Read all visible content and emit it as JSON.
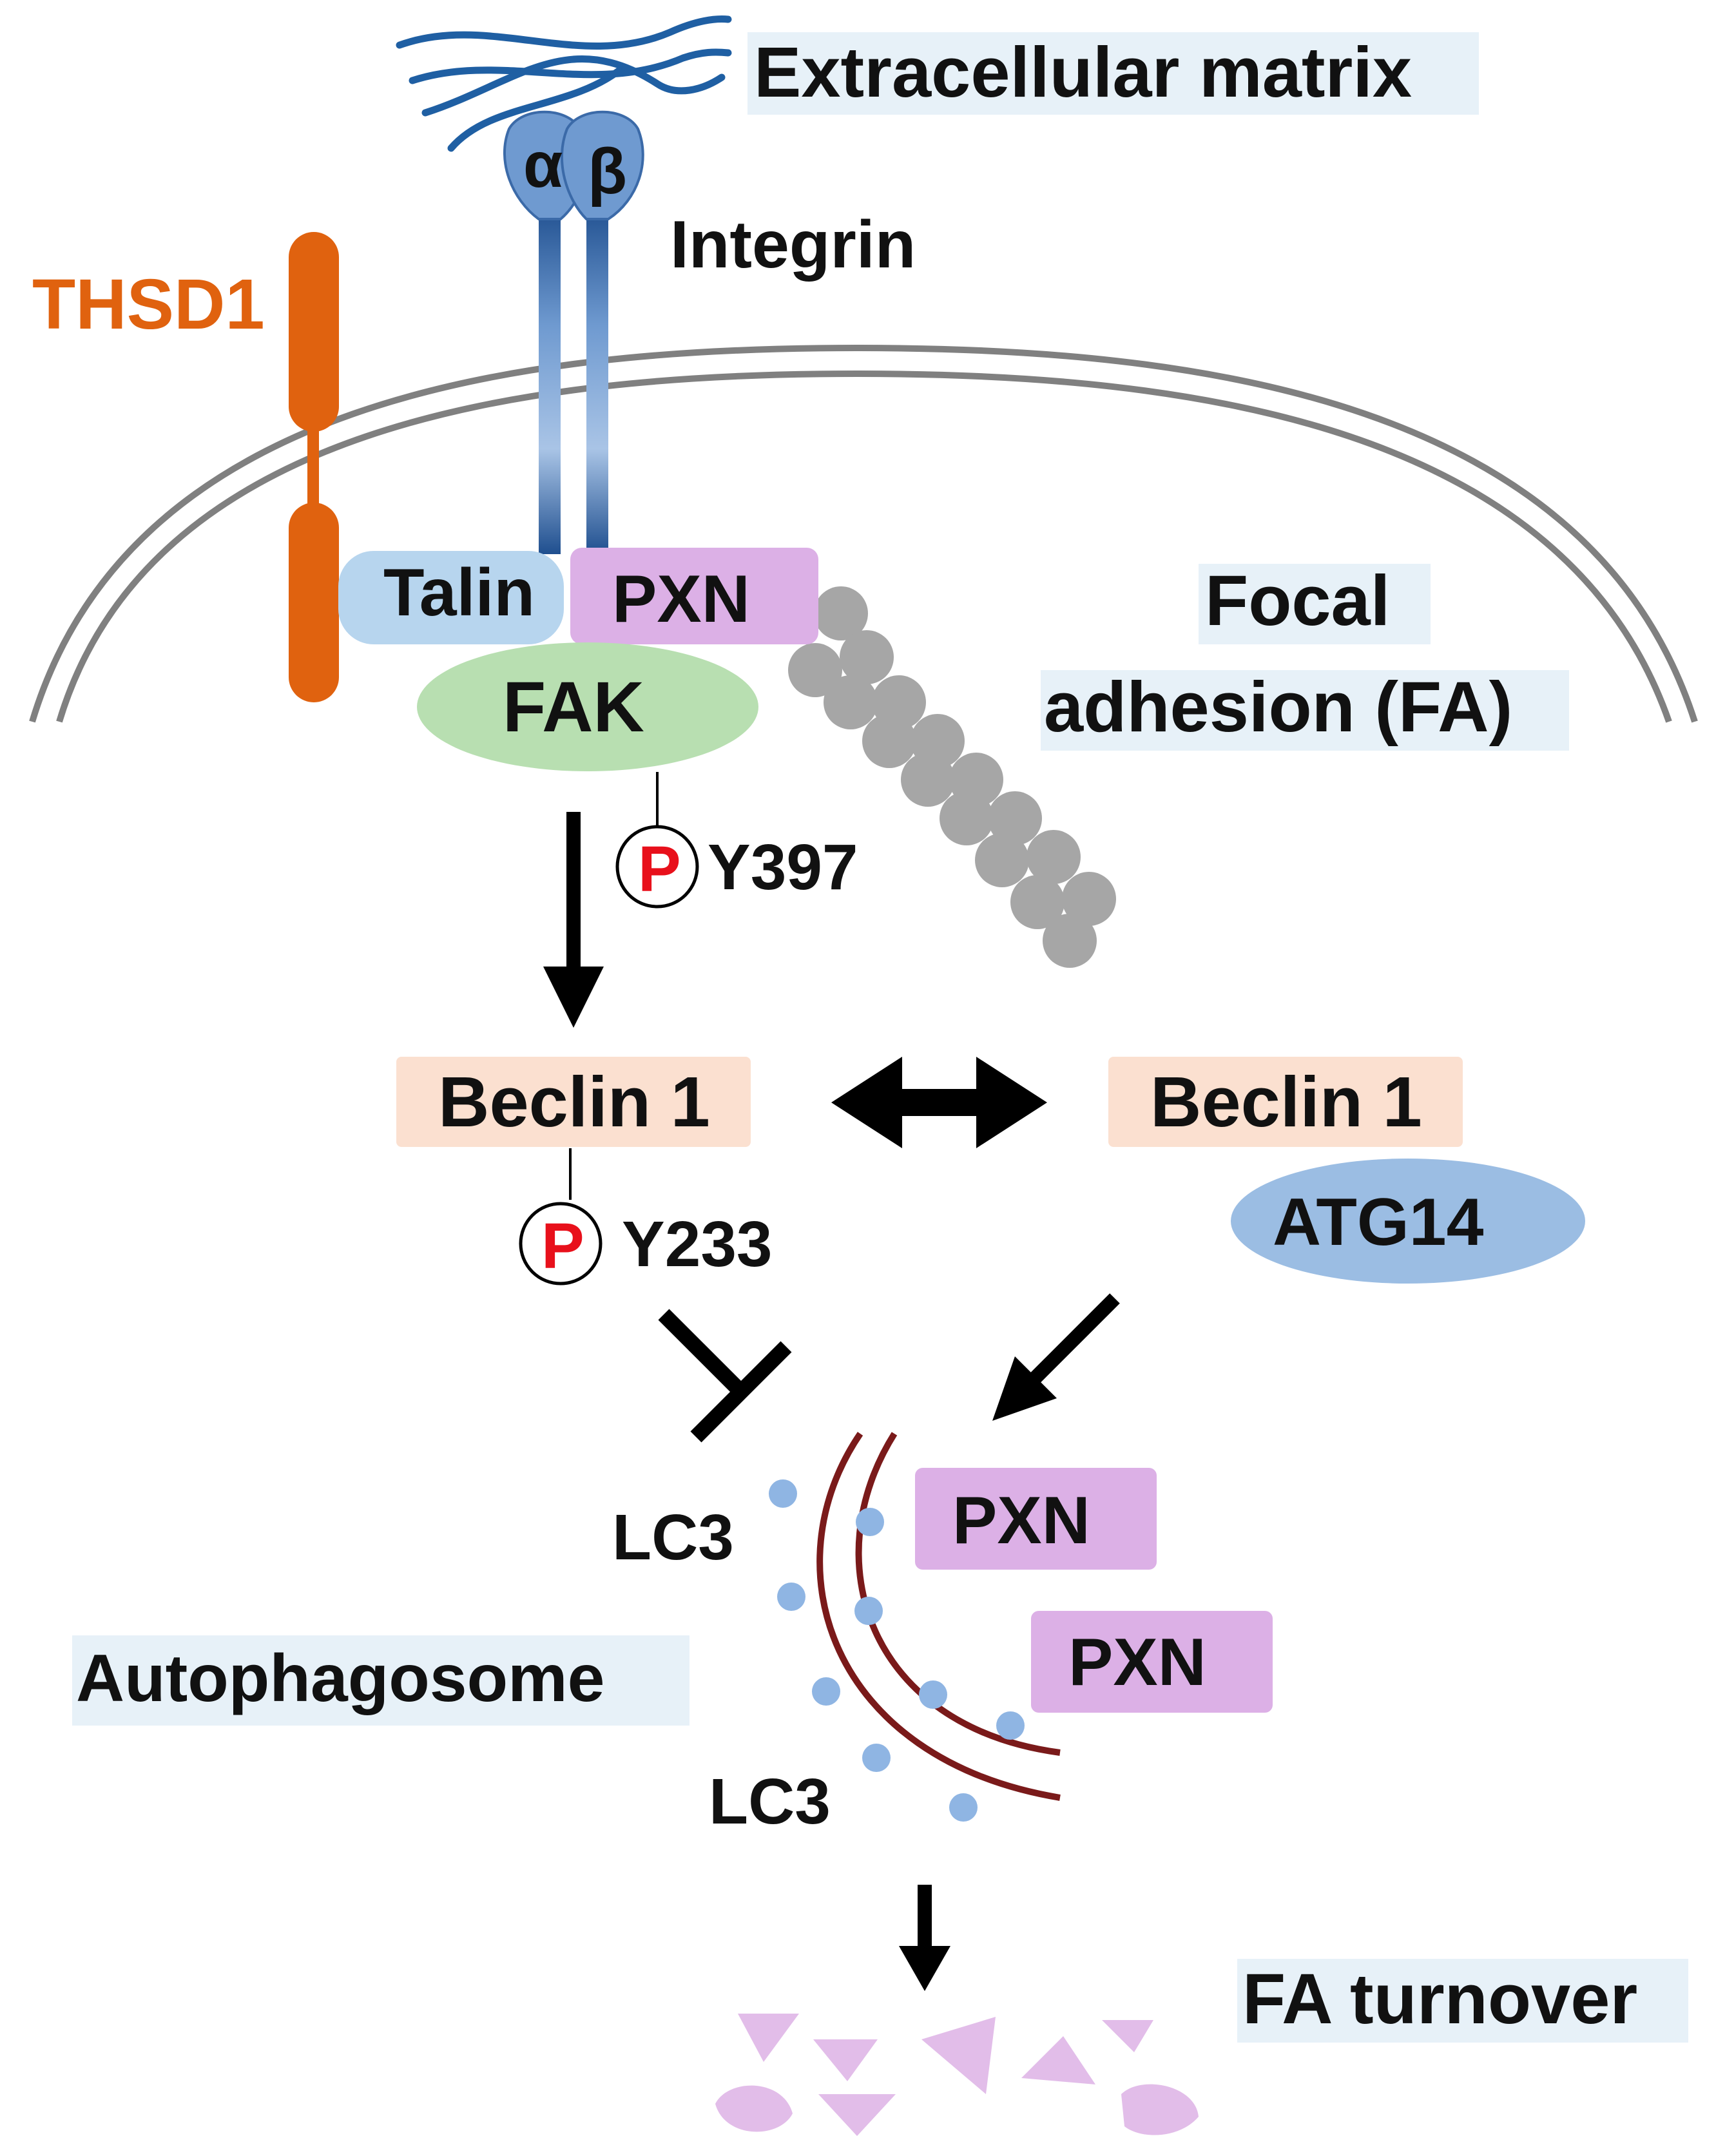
{
  "labels": {
    "ecm": "Extracellular matrix",
    "alpha": "α",
    "beta": "β",
    "integrin": "Integrin",
    "thsd1": "THSD1",
    "talin": "Talin",
    "pxn": "PXN",
    "fak": "FAK",
    "focal_line1": "Focal",
    "focal_line2": "adhesion (FA)",
    "phospho": "P",
    "y397": "Y397",
    "beclin_left": "Beclin 1",
    "beclin_right": "Beclin 1",
    "atg14": "ATG14",
    "y233": "Y233",
    "lc3_top": "LC3",
    "lc3_bottom": "LC3",
    "autophagosome": "Autophagosome",
    "pxn_cargo_1": "PXN",
    "pxn_cargo_2": "PXN",
    "fa_turnover": "FA turnover"
  },
  "colors": {
    "ecm_fiber": "#1f5fa3",
    "integrin_dark": "#1f4f8f",
    "integrin_light": "#a9c4e6",
    "integrin_head": "#6f9ad0",
    "thsd1": "#e0620f",
    "talin": "#b7d5ee",
    "pxn": "#dcb0e6",
    "fak": "#b8dfb1",
    "paxillin_chain": "#a6a6a6",
    "membrane": "#808080",
    "beclin_box": "#fbe0d0",
    "atg14": "#9bbde3",
    "label_bg": "#e7f1f8",
    "phospho_red": "#e8101b",
    "autophagosome_membrane": "#7a1a1a",
    "lc3_dot": "#8fb5e3",
    "fragments": "#e2bde9",
    "arrow": "#000000"
  },
  "icons": {
    "activation": "arrow-icon",
    "inhibition": "inhibition-bar-icon",
    "interaction": "double-arrow-icon",
    "phosphorylation": "phospho-circle-icon"
  }
}
